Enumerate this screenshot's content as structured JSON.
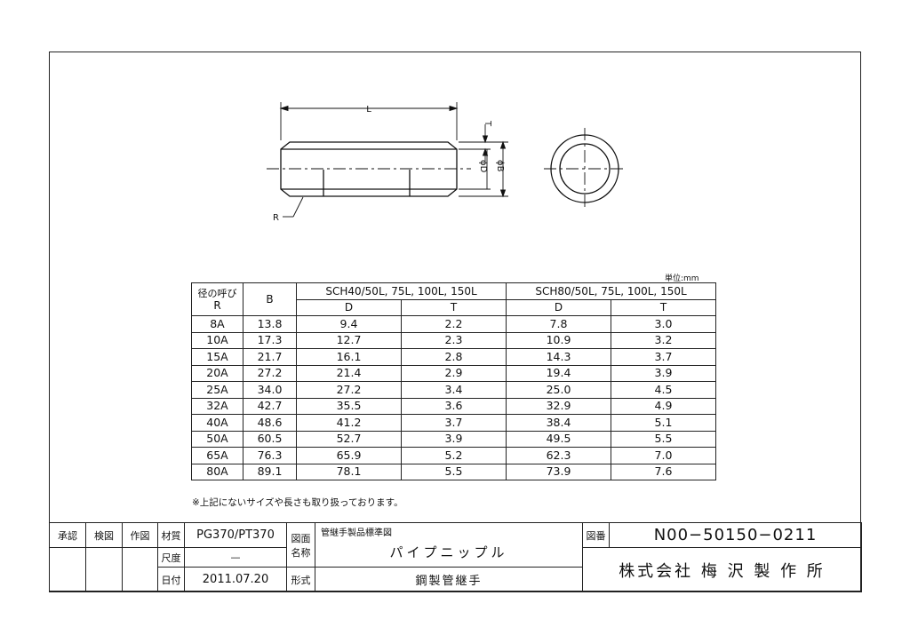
{
  "drawing": {
    "dim_L": "L",
    "dim_T": "T",
    "dim_D": "ϕD",
    "dim_B": "ϕB",
    "label_R": "R"
  },
  "unit_label": "単位:mm",
  "table": {
    "h_nominal": "径の呼び",
    "h_R": "R",
    "h_B": "B",
    "h_sch40": "SCH40/50L, 75L, 100L, 150L",
    "h_sch80": "SCH80/50L, 75L, 100L, 150L",
    "h_D1": "D",
    "h_T1": "T",
    "h_D2": "D",
    "h_T2": "T",
    "rows": [
      [
        "8A",
        "13.8",
        "9.4",
        "2.2",
        "7.8",
        "3.0"
      ],
      [
        "10A",
        "17.3",
        "12.7",
        "2.3",
        "10.9",
        "3.2"
      ],
      [
        "15A",
        "21.7",
        "16.1",
        "2.8",
        "14.3",
        "3.7"
      ],
      [
        "20A",
        "27.2",
        "21.4",
        "2.9",
        "19.4",
        "3.9"
      ],
      [
        "25A",
        "34.0",
        "27.2",
        "3.4",
        "25.0",
        "4.5"
      ],
      [
        "32A",
        "42.7",
        "35.5",
        "3.6",
        "32.9",
        "4.9"
      ],
      [
        "40A",
        "48.6",
        "41.2",
        "3.7",
        "38.4",
        "5.1"
      ],
      [
        "50A",
        "60.5",
        "52.7",
        "3.9",
        "49.5",
        "5.5"
      ],
      [
        "65A",
        "76.3",
        "65.9",
        "5.2",
        "62.3",
        "7.0"
      ],
      [
        "80A",
        "89.1",
        "78.1",
        "5.5",
        "73.9",
        "7.6"
      ]
    ]
  },
  "note": "※上記にないサイズや長さも取り扱っております。",
  "title_block": {
    "approve": "承認",
    "check": "検図",
    "draw": "作図",
    "material_label": "材質",
    "material_value": "PG370/PT370",
    "scale_label": "尺度",
    "scale_value": "—",
    "date_label": "日付",
    "date_value": "2011.07.20",
    "drawing_name_label_1": "図面",
    "drawing_name_label_2": "名称",
    "series": "管継手製品標準図",
    "product_name": "パイプニップル",
    "type_label": "形式",
    "type_value": "鋼製管継手",
    "number_label": "図番",
    "number_value": "N00−50150−0211",
    "company": "株式会社 梅 沢 製 作 所"
  }
}
